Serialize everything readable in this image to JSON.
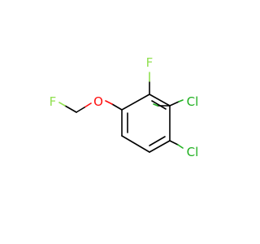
{
  "molecule": {
    "atoms": {
      "fluorine_ring": "F",
      "chlorine_upper": "Cl",
      "chlorine_lower": "Cl",
      "oxygen": "O",
      "fluorine_methyl": "F"
    },
    "colors": {
      "bond": "#000000",
      "fluorine": "#90e050",
      "chlorine": "#1fb01f",
      "oxygen": "#ff0d0d"
    }
  }
}
